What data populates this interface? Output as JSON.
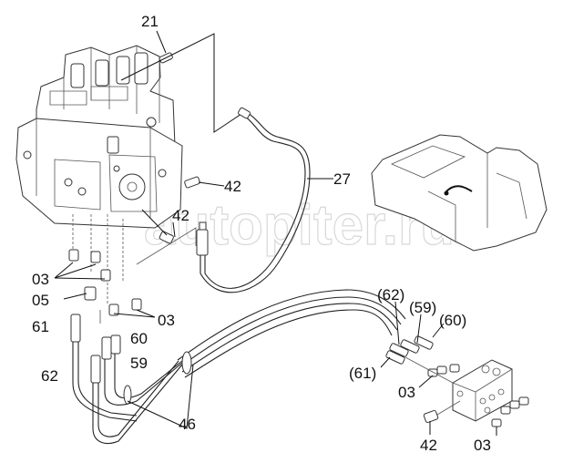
{
  "diagram": {
    "title": "Pilot hydraulic lines — control valve, hoses and manifold block",
    "watermark": "autopiter.ru",
    "callouts": [
      {
        "id": "c21",
        "label": "21"
      },
      {
        "id": "c27",
        "label": "27"
      },
      {
        "id": "c42a",
        "label": "42"
      },
      {
        "id": "c42b",
        "label": "42"
      },
      {
        "id": "c03a",
        "label": "03"
      },
      {
        "id": "c05",
        "label": "05"
      },
      {
        "id": "c03b",
        "label": "03"
      },
      {
        "id": "c61",
        "label": "61"
      },
      {
        "id": "c60",
        "label": "60"
      },
      {
        "id": "c59",
        "label": "59"
      },
      {
        "id": "c62",
        "label": "62"
      },
      {
        "id": "c46",
        "label": "46"
      },
      {
        "id": "c62p",
        "label": "(62)"
      },
      {
        "id": "c59p",
        "label": "(59)"
      },
      {
        "id": "c60p",
        "label": "(60)"
      },
      {
        "id": "c61p",
        "label": "(61)"
      },
      {
        "id": "c03c",
        "label": "03"
      },
      {
        "id": "c42c",
        "label": "42"
      },
      {
        "id": "c03d",
        "label": "03"
      }
    ],
    "components": [
      "control-valve",
      "excavator-overview",
      "manifold-block",
      "hose-bundle"
    ]
  }
}
